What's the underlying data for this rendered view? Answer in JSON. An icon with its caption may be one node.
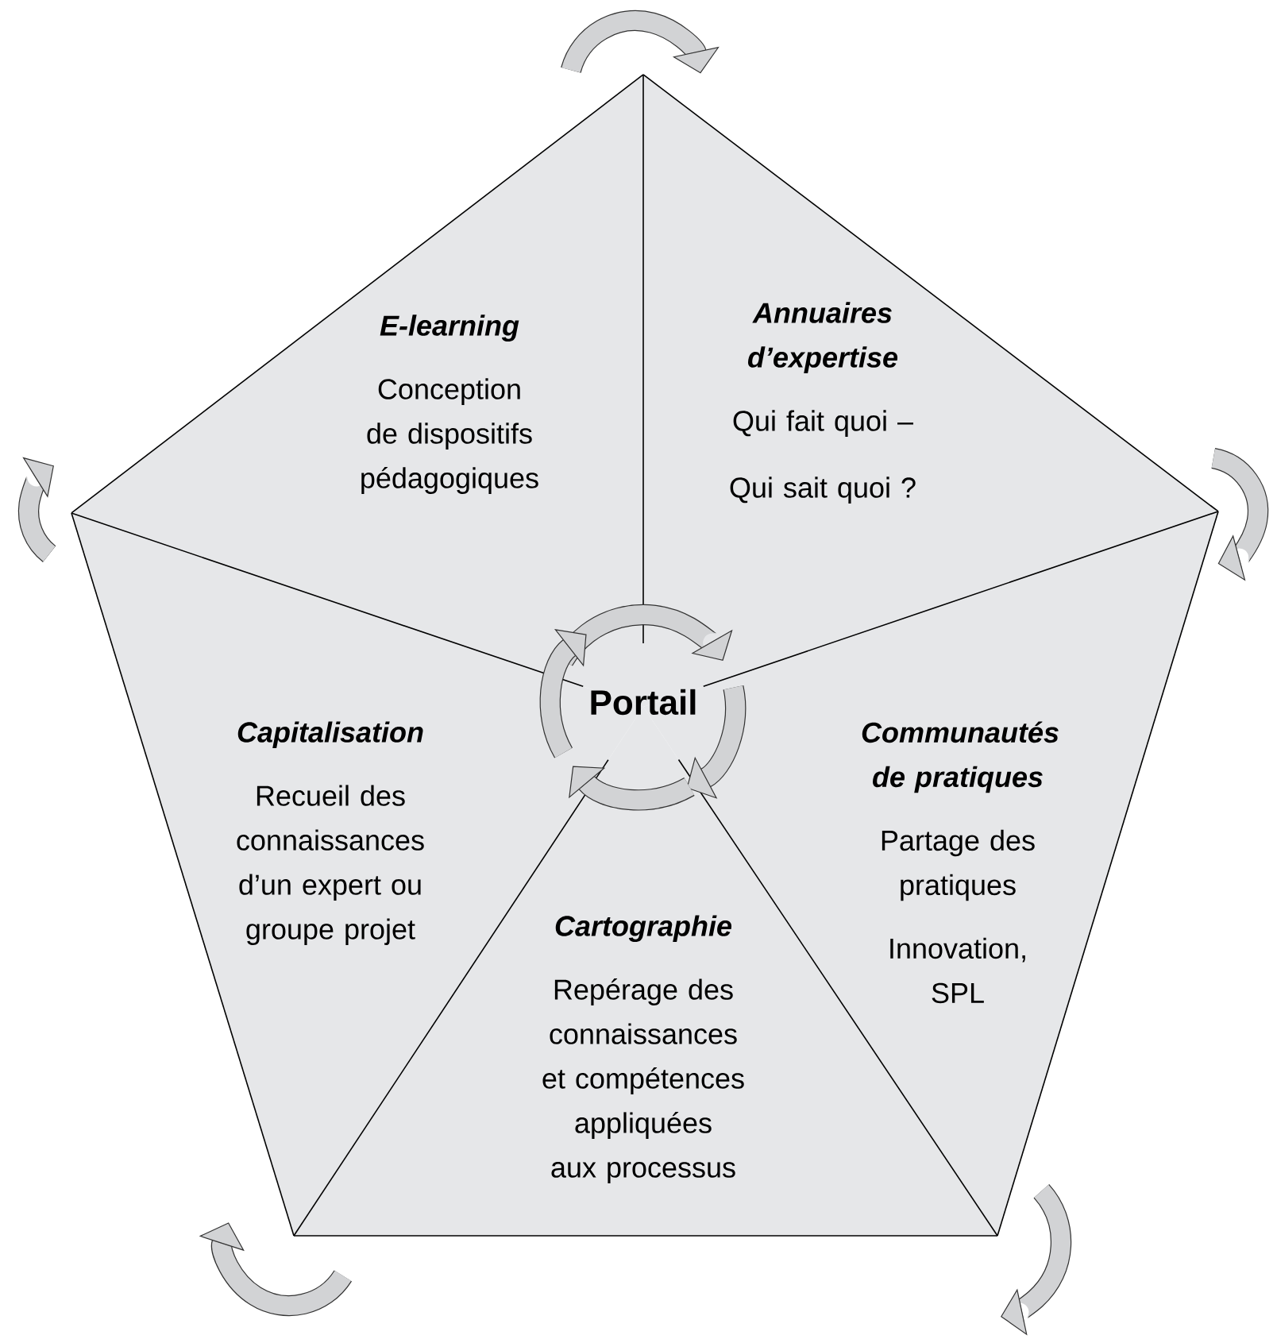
{
  "diagram": {
    "nodes": [
      {
        "text": [
          "E-learning",
          "Conception de dispositifs pédagogiques"
        ]
      },
      {
        "text": [
          "Annuaires d’expertise",
          "Qui fait quoi –",
          "Qui sait quoi ?"
        ]
      },
      {
        "text": [
          "Portail"
        ]
      },
      {
        "text": [
          "Capitalisation",
          "Recueil des connaissances d’un expert ou groupe projet"
        ]
      },
      {
        "text": [
          "Communautés de pratiques",
          "Partage des pratiques",
          "Innovation, SPL"
        ]
      },
      {
        "text": [
          "Cartographie",
          "Repérage des connaissances et compétences appliquées aux processus"
        ]
      }
    ],
    "edges": [
      {
        "from": 0,
        "to": 1,
        "arrow": "to"
      },
      {
        "from": 1,
        "to": 4,
        "arrow": "to"
      },
      {
        "from": 5,
        "to": 3,
        "arrow": "to"
      },
      {
        "from": 3,
        "to": 0,
        "arrow": "to"
      }
    ]
  }
}
